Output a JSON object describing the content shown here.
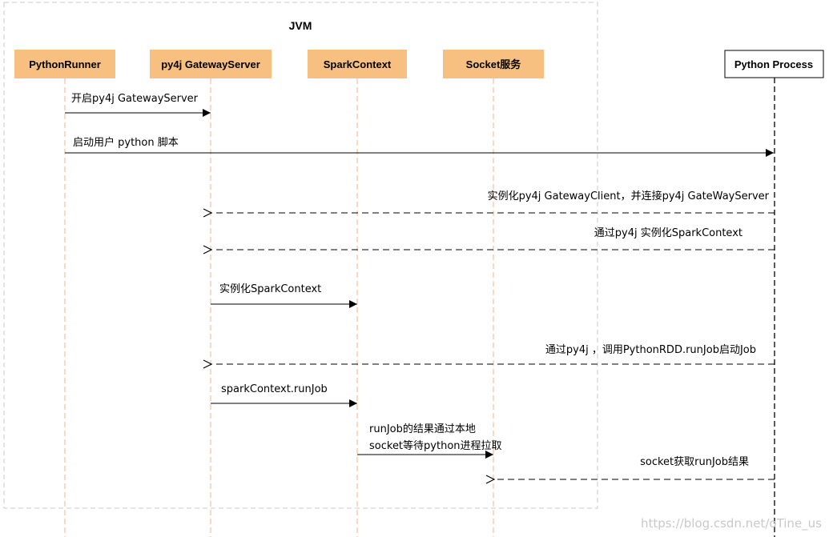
{
  "jvm_label": "JVM",
  "participants": [
    {
      "id": "python-runner",
      "label": "PythonRunner"
    },
    {
      "id": "gateway-server",
      "label": "py4j GatewayServer"
    },
    {
      "id": "spark-context",
      "label": "SparkContext"
    },
    {
      "id": "socket-service",
      "label": "Socket服务"
    },
    {
      "id": "python-process",
      "label": "Python Process"
    }
  ],
  "messages": [
    {
      "from": "python-runner",
      "to": "gateway-server",
      "style": "solid",
      "label": [
        "开启py4j GatewayServer"
      ]
    },
    {
      "from": "python-runner",
      "to": "python-process",
      "style": "solid",
      "label": [
        "启动用户 python 脚本"
      ]
    },
    {
      "from": "python-process",
      "to": "gateway-server",
      "style": "dashed",
      "label": [
        "实例化py4j GatewayClient，并连接py4j GateWayServer"
      ]
    },
    {
      "from": "python-process",
      "to": "gateway-server",
      "style": "dashed",
      "label": [
        "通过py4j 实例化SparkContext"
      ]
    },
    {
      "from": "gateway-server",
      "to": "spark-context",
      "style": "solid",
      "label": [
        "实例化SparkContext"
      ]
    },
    {
      "from": "python-process",
      "to": "gateway-server",
      "style": "dashed",
      "label": [
        "通过py4j ，调用PythonRDD.runJob启动Job"
      ]
    },
    {
      "from": "gateway-server",
      "to": "spark-context",
      "style": "solid",
      "label": [
        "sparkContext.runJob"
      ]
    },
    {
      "from": "spark-context",
      "to": "socket-service",
      "style": "solid",
      "label": [
        "runJob的结果通过本地",
        "socket等待python进程拉取"
      ]
    },
    {
      "from": "python-process",
      "to": "socket-service",
      "style": "dashed",
      "label": [
        "socket获取runJob结果"
      ]
    }
  ],
  "watermark": "https://blog.csdn.net/oTine_us",
  "colors": {
    "participant_fill": "#f8c080",
    "lifeline": "#f4b183",
    "jvm_border": "#c8c8c8",
    "arrow": "#000000"
  }
}
